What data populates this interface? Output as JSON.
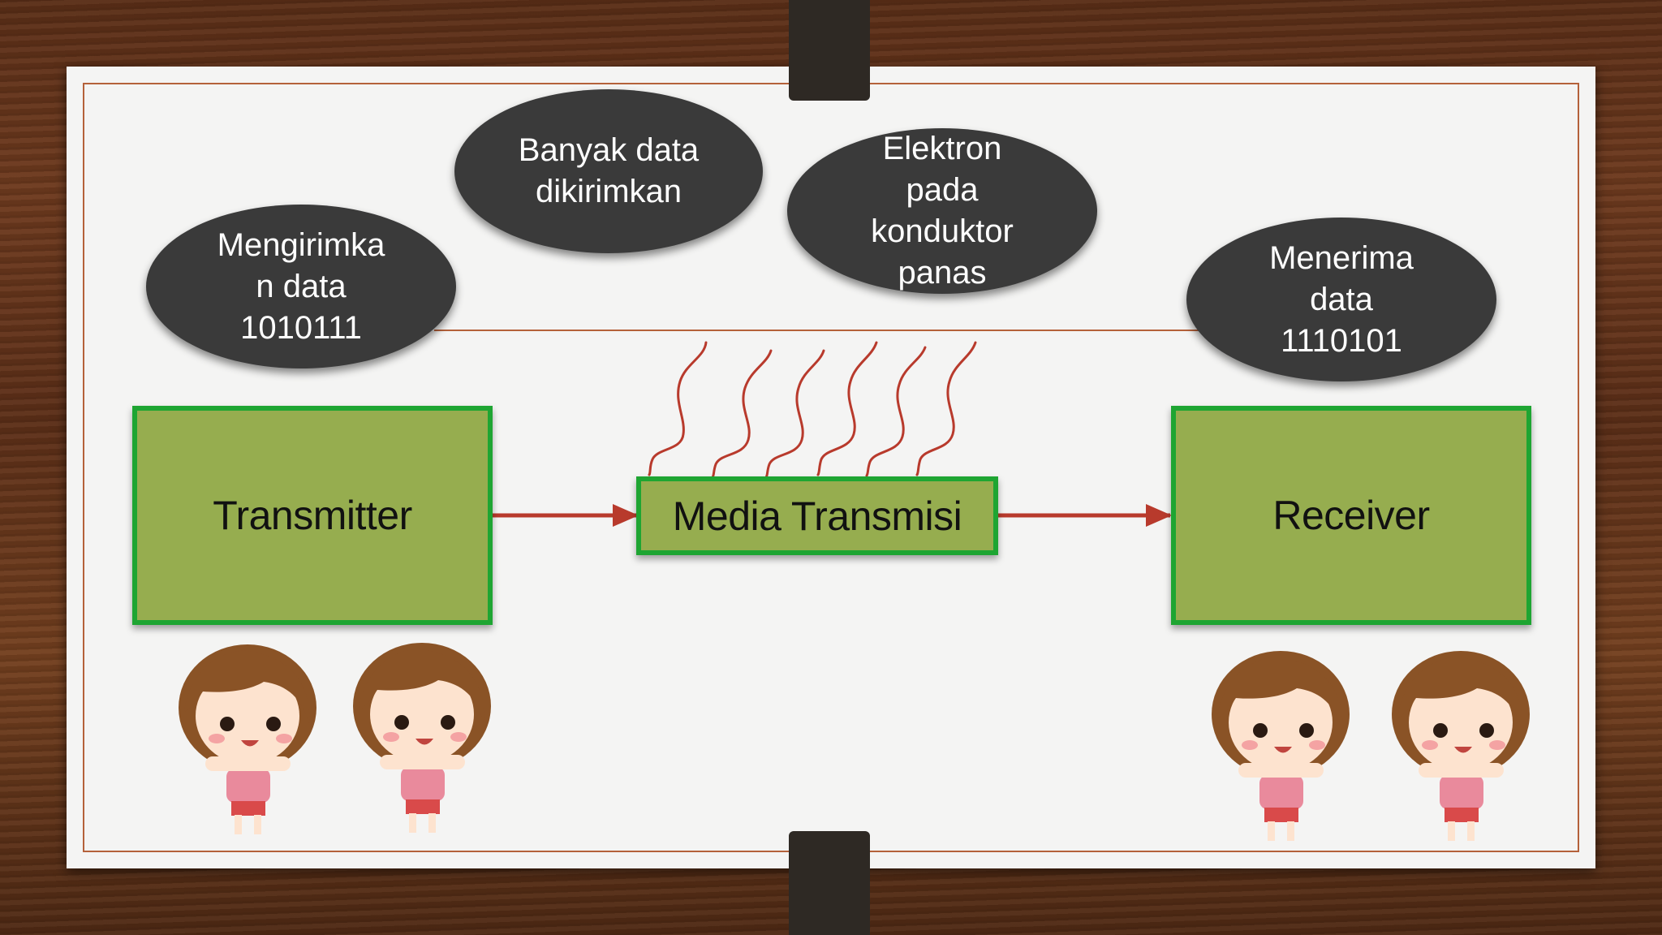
{
  "boxes": {
    "transmitter": "Transmitter",
    "media": "Media Transmisi",
    "receiver": "Receiver"
  },
  "bubbles": {
    "send": "Mengirimka\nn data\n1010111",
    "many": "Banyak data\ndikirimkan",
    "electron": "Elektron\npada\nkonduktor\npanas",
    "receive": "Menerima\ndata\n1110101"
  },
  "colors": {
    "box_fill": "#96ad4f",
    "box_border": "#1ea532",
    "arrow": "#b83a2c",
    "bubble": "#3a3a3a",
    "heat": "#b83a2c"
  },
  "icons": [
    "girl-character-icon",
    "heat-wave-icon",
    "arrow-icon"
  ]
}
